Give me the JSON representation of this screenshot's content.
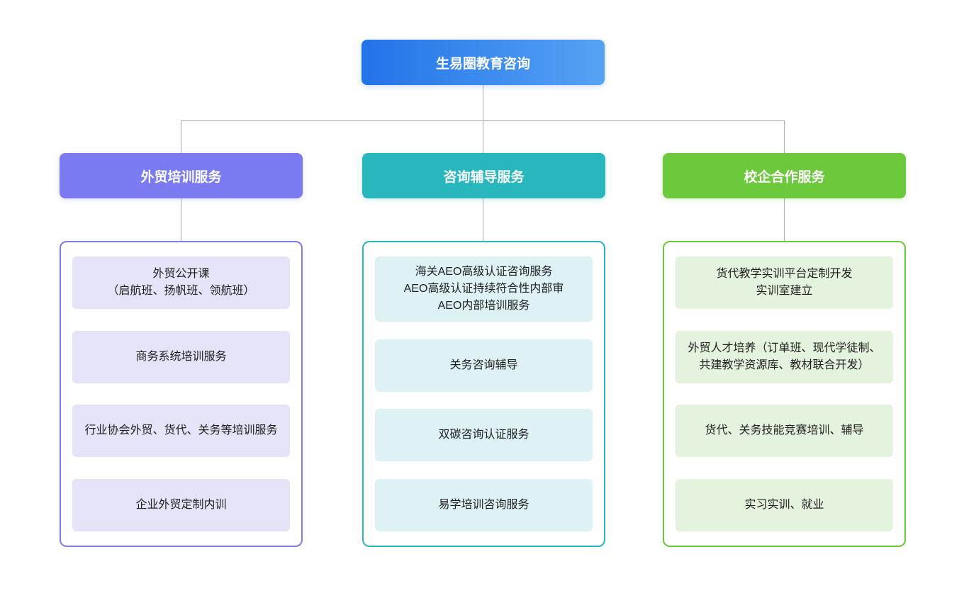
{
  "diagram": {
    "root": {
      "label": "生易圈教育咨询"
    },
    "colors": {
      "root_gradient_start": "#2273e8",
      "root_gradient_end": "#55a3f4",
      "branch_trade_training": "#7b7af0",
      "branch_consulting": "#29b7be",
      "branch_school_enterprise": "#6cc93c",
      "child_bg_trade_training": "#e4e3f8",
      "child_bg_consulting": "#def2f5",
      "child_bg_school_enterprise": "#e3f3dd",
      "connector": "#a9a9a9"
    },
    "branches": [
      {
        "label": "外贸培训服务",
        "children": [
          "外贸公开课\n（启航班、扬帆班、领航班）",
          "商务系统培训服务",
          "行业协会外贸、货代、关务等培训服务",
          "企业外贸定制内训"
        ]
      },
      {
        "label": "咨询辅导服务",
        "children": [
          "海关AEO高级认证咨询服务\nAEO高级认证持续符合性内部审\nAEO内部培训服务",
          "关务咨询辅导",
          "双碳咨询认证服务",
          "易学培训咨询服务"
        ]
      },
      {
        "label": "校企合作服务",
        "children": [
          "货代教学实训平台定制开发\n实训室建立",
          "外贸人才培养（订单班、现代学徒制、共建教学资源库、教材联合开发）",
          "货代、关务技能竞赛培训、辅导",
          "实习实训、就业"
        ]
      }
    ]
  }
}
